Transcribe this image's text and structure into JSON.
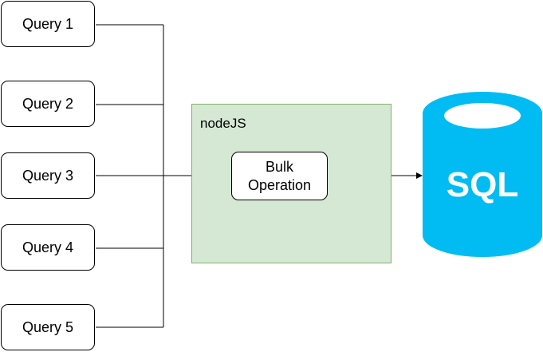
{
  "queries": [
    {
      "label": "Query 1"
    },
    {
      "label": "Query 2"
    },
    {
      "label": "Query 3"
    },
    {
      "label": "Query 4"
    },
    {
      "label": "Query 5"
    }
  ],
  "container": {
    "label": "nodeJS",
    "fill": "#d5e8d4",
    "stroke": "#82b366"
  },
  "bulk": {
    "line1": "Bulk",
    "line2": "Operation"
  },
  "database": {
    "label": "SQL",
    "color": "#00bcf2",
    "icon": "database-cylinder-icon"
  }
}
